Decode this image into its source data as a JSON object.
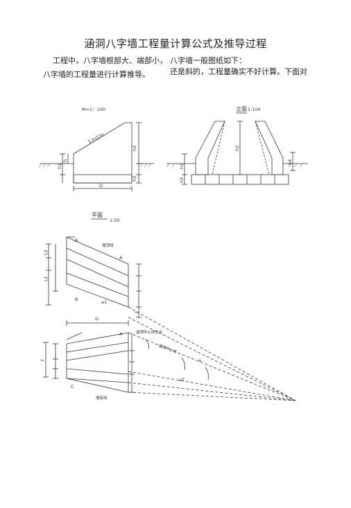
{
  "doc": {
    "title": "涵洞八字墙工程量计算公式及推导过程",
    "lines": [
      "工程中，八字墙根部大、端部小，",
      "八字墙一般图纸如下：",
      "还是斜的，工程量确实不好计算。下面对",
      "八字墙的工程量进行计算推导。"
    ]
  },
  "drawing": {
    "side_view": {
      "scale": "M=1：100",
      "dims": {
        "slope": "1:m1/m",
        "h2": "h2",
        "h1": "h1",
        "h3": "h3",
        "h": "h",
        "G": "G"
      }
    },
    "front_view": {
      "title": "立面",
      "scale": "1:100",
      "dims": {
        "h2": "h2",
        "h1": "h1",
        "h3": "h3",
        "h4": "h4"
      }
    },
    "plan_view": {
      "title": "平面",
      "scale": "1:50",
      "labels": {
        "B": "B",
        "A": "A",
        "top_note": "墙顶线",
        "bottom_note": "墙底线",
        "culvert_axis": "涵洞中心线交点",
        "center_line": "涵洞中心线",
        "G": "G",
        "L1": "L1",
        "L2": "L2",
        "c": "c",
        "C": "C",
        "angle_a1": "a1",
        "angle_a2": "a2",
        "angle_a": "a",
        "T": "T"
      }
    }
  }
}
